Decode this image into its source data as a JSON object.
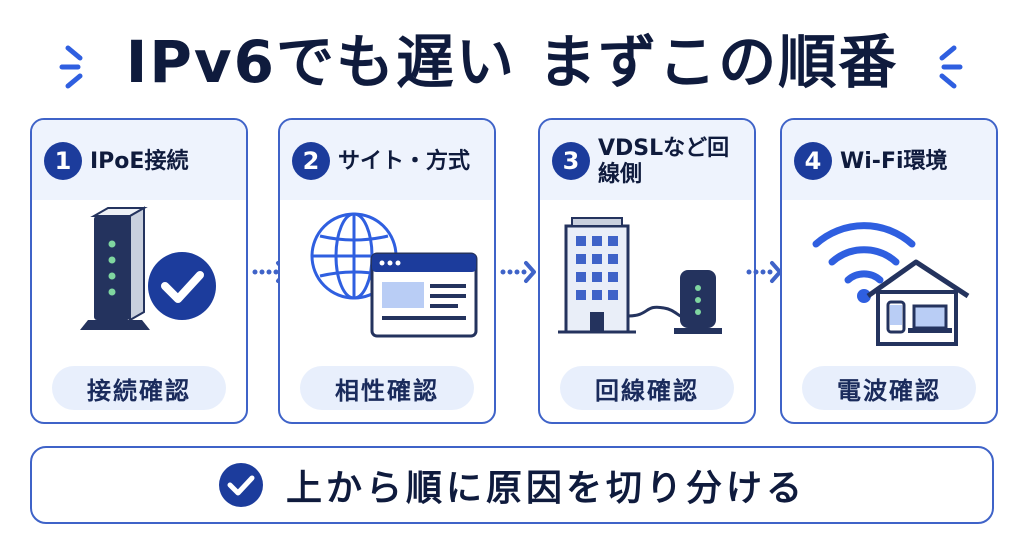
{
  "title": "IPv6でも遅い まずこの順番",
  "steps": [
    {
      "number": "1",
      "title": "IPoE接続",
      "check_label": "接続確認"
    },
    {
      "number": "2",
      "title": "サイト・方式",
      "check_label": "相性確認"
    },
    {
      "number": "3",
      "title": "VDSLなど回線側",
      "check_label": "回線確認"
    },
    {
      "number": "4",
      "title": "Wi-Fi環境",
      "check_label": "電波確認"
    }
  ],
  "conclusion": "上から順に原因を切り分ける",
  "icons": [
    "router-check-icon",
    "globe-browser-icon",
    "building-line-icon",
    "wifi-house-icon",
    "check-icon"
  ],
  "colors": {
    "accent": "#1c3c9c",
    "border": "#3f63c8",
    "light": "#eef3fd",
    "text": "#0f1b3d"
  }
}
